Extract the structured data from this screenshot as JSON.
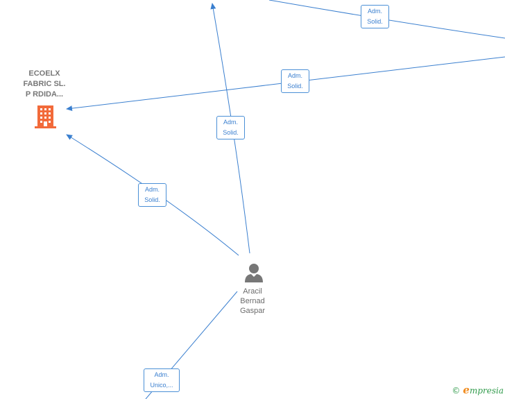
{
  "nodes": {
    "company": {
      "name_lines": [
        "ECOELX",
        "FABRIC SL.",
        "P RDIDA..."
      ],
      "icon": "building-icon",
      "color": "#f26a3a"
    },
    "person": {
      "name_lines": [
        "Aracil",
        "Bernad",
        "Gaspar"
      ],
      "icon": "person-icon",
      "color": "#777777"
    }
  },
  "edges": [
    {
      "label_lines": [
        "Adm.",
        "Solid."
      ]
    },
    {
      "label_lines": [
        "Adm.",
        "Solid."
      ]
    },
    {
      "label_lines": [
        "Adm.",
        "Solid."
      ]
    },
    {
      "label_lines": [
        "Adm.",
        "Solid."
      ]
    },
    {
      "label_lines": [
        "Adm.",
        "Unico,..."
      ]
    }
  ],
  "watermark": {
    "copyright": "©",
    "brand_initial": "e",
    "brand_rest": "mpresia"
  },
  "colors": {
    "edge": "#3a7fcf",
    "company_icon": "#f26a3a",
    "person_icon": "#777777"
  }
}
